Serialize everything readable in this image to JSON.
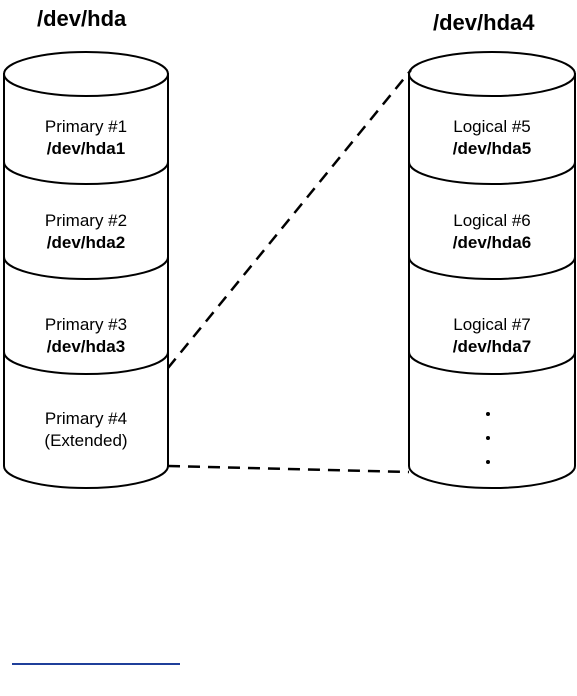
{
  "disk": {
    "title": "/dev/hda",
    "partitions": [
      {
        "name": "Primary #1",
        "device": "/dev/hda1"
      },
      {
        "name": "Primary #2",
        "device": "/dev/hda2"
      },
      {
        "name": "Primary #3",
        "device": "/dev/hda3"
      },
      {
        "name": "Primary #4",
        "device": "(Extended)"
      }
    ]
  },
  "extended": {
    "title": "/dev/hda4",
    "partitions": [
      {
        "name": "Logical #5",
        "device": "/dev/hda5"
      },
      {
        "name": "Logical #6",
        "device": "/dev/hda6"
      },
      {
        "name": "Logical #7",
        "device": "/dev/hda7"
      }
    ]
  },
  "colors": {
    "line": "#000000",
    "link": "#1f3f9a"
  }
}
